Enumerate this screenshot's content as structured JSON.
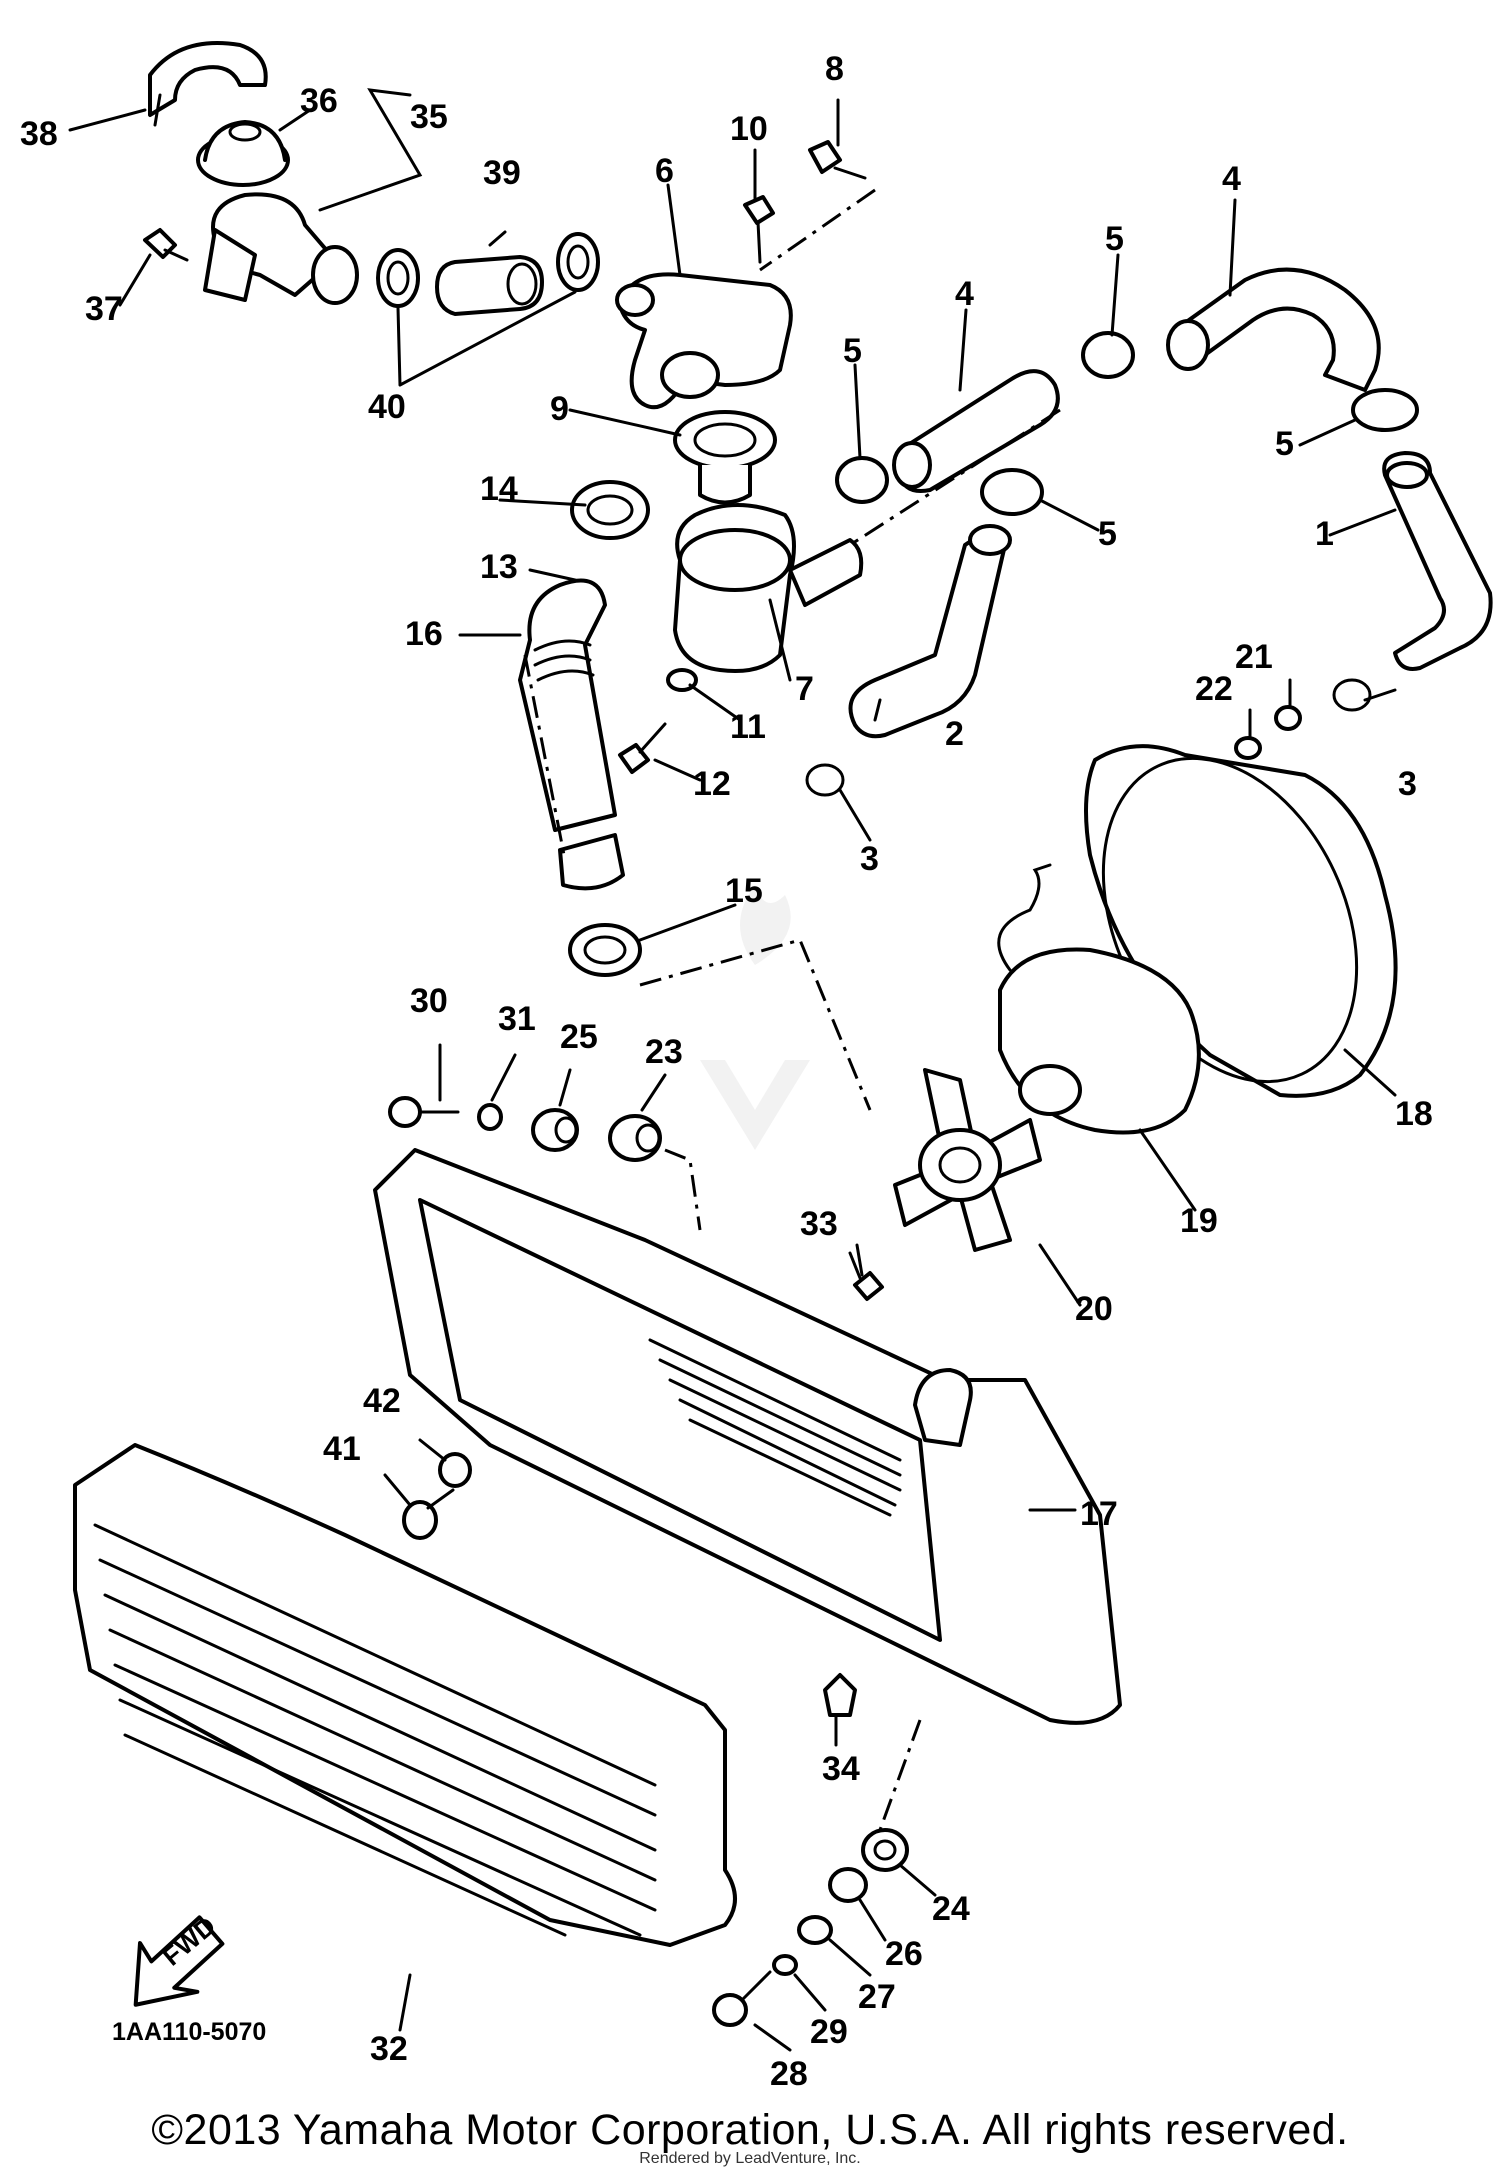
{
  "diagram": {
    "callouts": [
      "1",
      "2",
      "3",
      "3",
      "4",
      "4",
      "5",
      "5",
      "5",
      "5",
      "6",
      "7",
      "8",
      "9",
      "10",
      "11",
      "12",
      "13",
      "14",
      "15",
      "16",
      "17",
      "18",
      "19",
      "20",
      "21",
      "22",
      "23",
      "24",
      "25",
      "26",
      "27",
      "28",
      "29",
      "30",
      "31",
      "32",
      "33",
      "34",
      "35",
      "36",
      "37",
      "38",
      "39",
      "40",
      "41",
      "42"
    ],
    "forward_label": "FWD",
    "drawing_code": "1AA110-5070"
  },
  "footer": {
    "copyright": "©2013 Yamaha Motor Corporation, U.S.A. All rights reserved.",
    "rendered_by": "Rendered by LeadVenture, Inc."
  }
}
